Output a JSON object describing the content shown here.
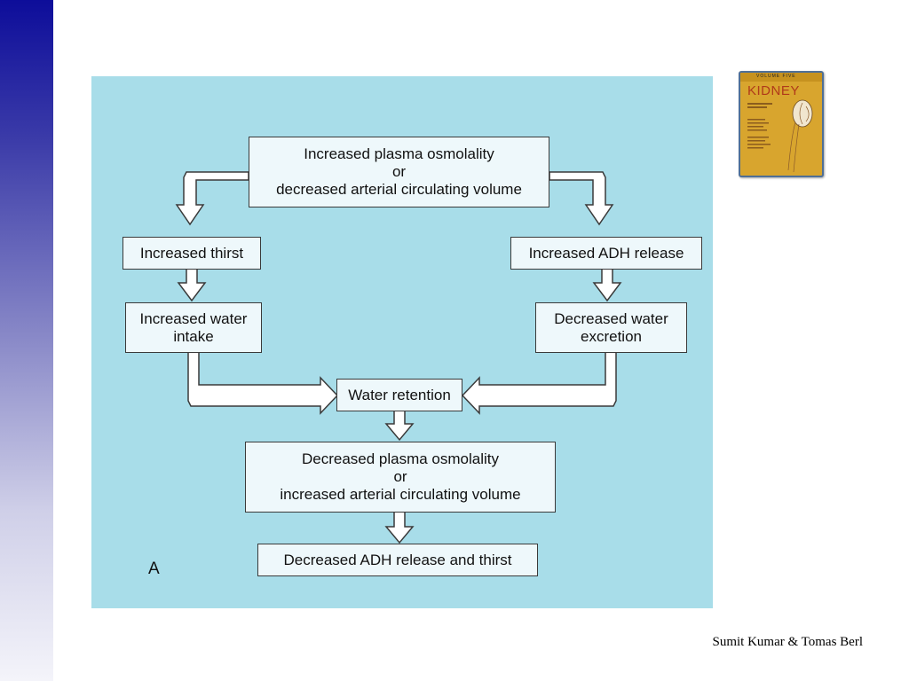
{
  "slide": {
    "attribution": "Sumit Kumar & Tomas Berl"
  },
  "book": {
    "volume_text": "VOLUME FIVE",
    "title": "KIDNEY"
  },
  "diagram": {
    "panel_label": "A",
    "nodes": {
      "start": {
        "line1": "Increased plasma osmolality",
        "line2": "or",
        "line3": "decreased arterial circulating volume"
      },
      "thirst": {
        "label": "Increased thirst"
      },
      "adh_release": {
        "label": "Increased ADH release"
      },
      "water_intake": {
        "line1": "Increased water",
        "line2": "intake"
      },
      "water_excretion": {
        "line1": "Decreased water",
        "line2": "excretion"
      },
      "water_retention": {
        "label": "Water retention"
      },
      "result": {
        "line1": "Decreased plasma osmolality",
        "line2": "or",
        "line3": "increased arterial circulating volume"
      },
      "final": {
        "label": "Decreased ADH release and thirst"
      }
    }
  }
}
